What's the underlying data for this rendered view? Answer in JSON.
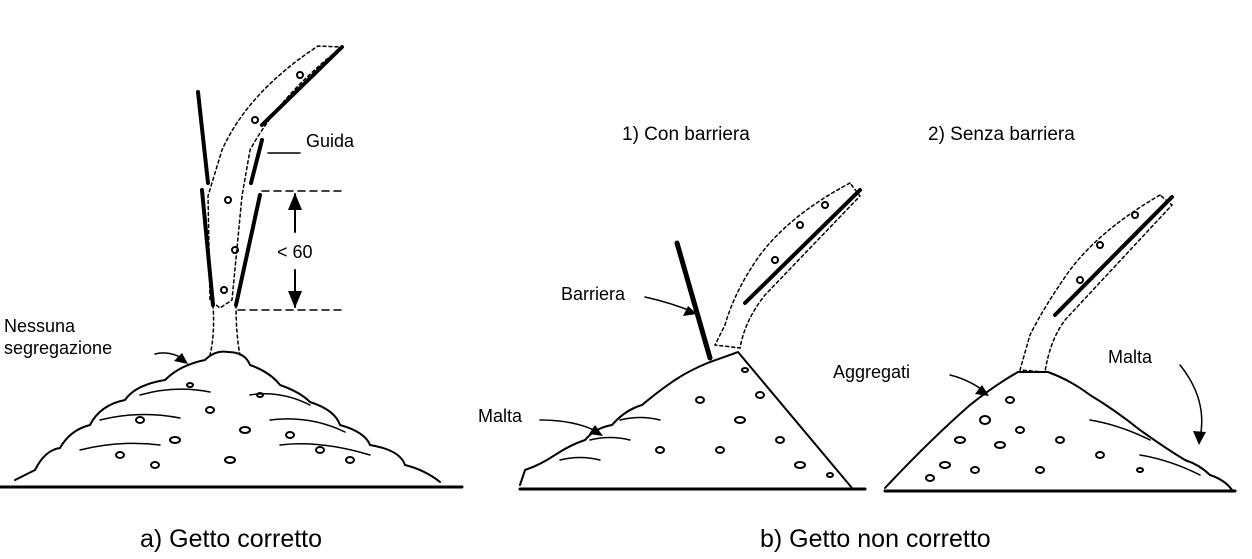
{
  "panel_a": {
    "title": "a) Getto corretto",
    "guide_label": "Guida",
    "distance_label": "< 60",
    "no_segregation_label_line1": "Nessuna",
    "no_segregation_label_line2": "segregazione"
  },
  "panel_b": {
    "title": "b) Getto non corretto",
    "case1_title": "1) Con barriera",
    "case2_title": "2) Senza barriera",
    "barrier_label": "Barriera",
    "mortar_label_left": "Malta",
    "aggregates_label": "Aggregati",
    "mortar_label_right": "Malta"
  },
  "colors": {
    "ink": "#000000",
    "background": "#ffffff"
  }
}
